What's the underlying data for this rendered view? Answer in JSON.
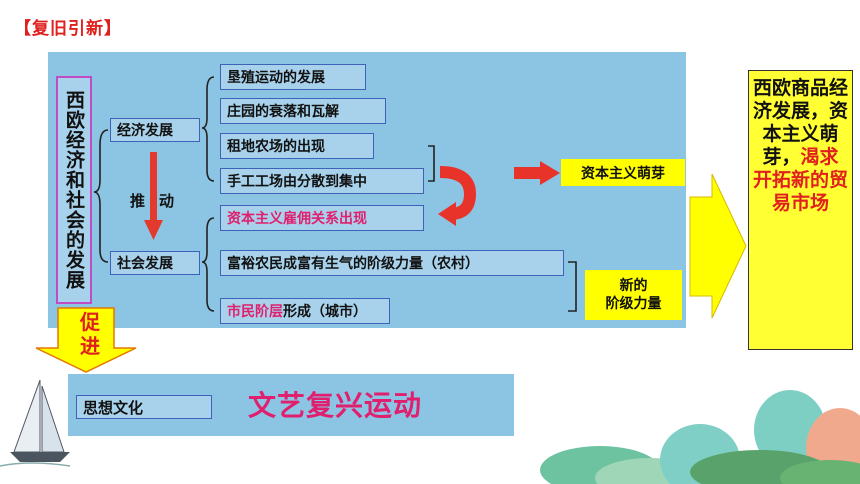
{
  "header": {
    "review_tag": "【复旧引新】"
  },
  "diagram": {
    "left_title": "西欧经济和社会的发展",
    "economy_label": "经济发展",
    "society_label": "社会发展",
    "push_label": "推动",
    "economy_items": [
      "垦殖运动的发展",
      "庄园的衰落和瓦解",
      "租地农场的出现",
      "手工工场由分散到集中"
    ],
    "society_items": [
      {
        "prefix": "资本主义雇佣关系出现",
        "suffix": ""
      },
      {
        "prefix": "富裕农民成富有生气的阶级力量（农村）",
        "suffix": ""
      },
      {
        "prefix": "市民阶层",
        "suffix": "形成（城市）"
      }
    ],
    "capitalism_sprout": "资本主义萌芽",
    "new_class_force": "新的\n阶级力量"
  },
  "right_note": {
    "black_text": "西欧商品经济发展，资本主义萌芽，",
    "red_text": "渴求开拓新的贸易市场",
    "colors": {
      "black": "#111111",
      "red": "#e0201e"
    }
  },
  "promote": {
    "label": "促进"
  },
  "culture": {
    "label": "思想文化",
    "movement": "文艺复兴运动"
  },
  "colors": {
    "accent_red": "#e0201e",
    "pink": "#e0206e",
    "panel_blue": "#8cc4e3",
    "yellow": "#ffff00"
  }
}
